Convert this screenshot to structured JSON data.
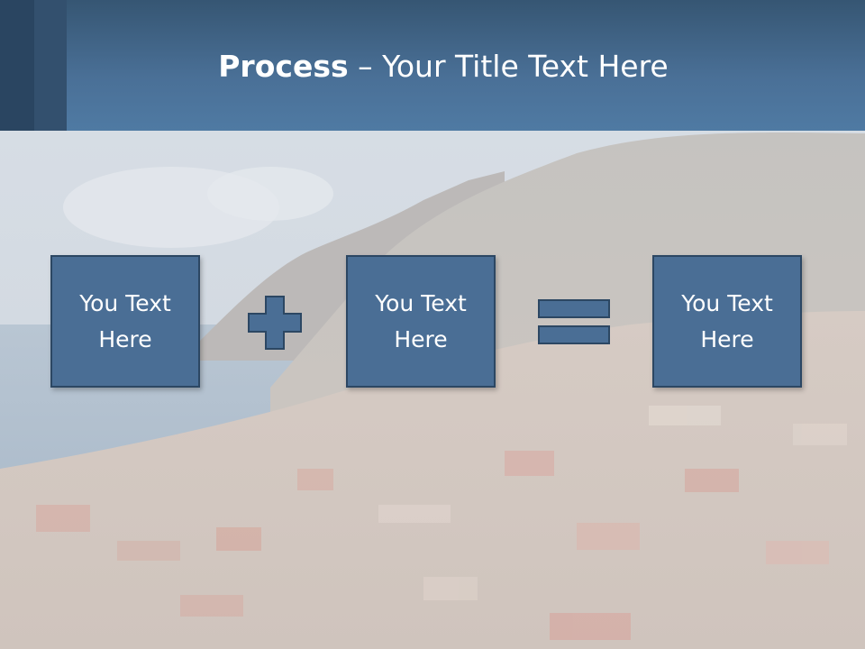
{
  "header": {
    "title_bold": "Process",
    "title_rest": " – Your Title Text Here"
  },
  "process": {
    "steps": [
      {
        "text": "You Text Here"
      },
      {
        "text": "You Text Here"
      },
      {
        "text": "You Text Here"
      }
    ],
    "operators": [
      "plus-icon",
      "equals-icon"
    ]
  },
  "colors": {
    "header": "#4a7097",
    "box_fill": "#4a6e95",
    "box_border": "#2c4763",
    "text": "#ffffff"
  }
}
